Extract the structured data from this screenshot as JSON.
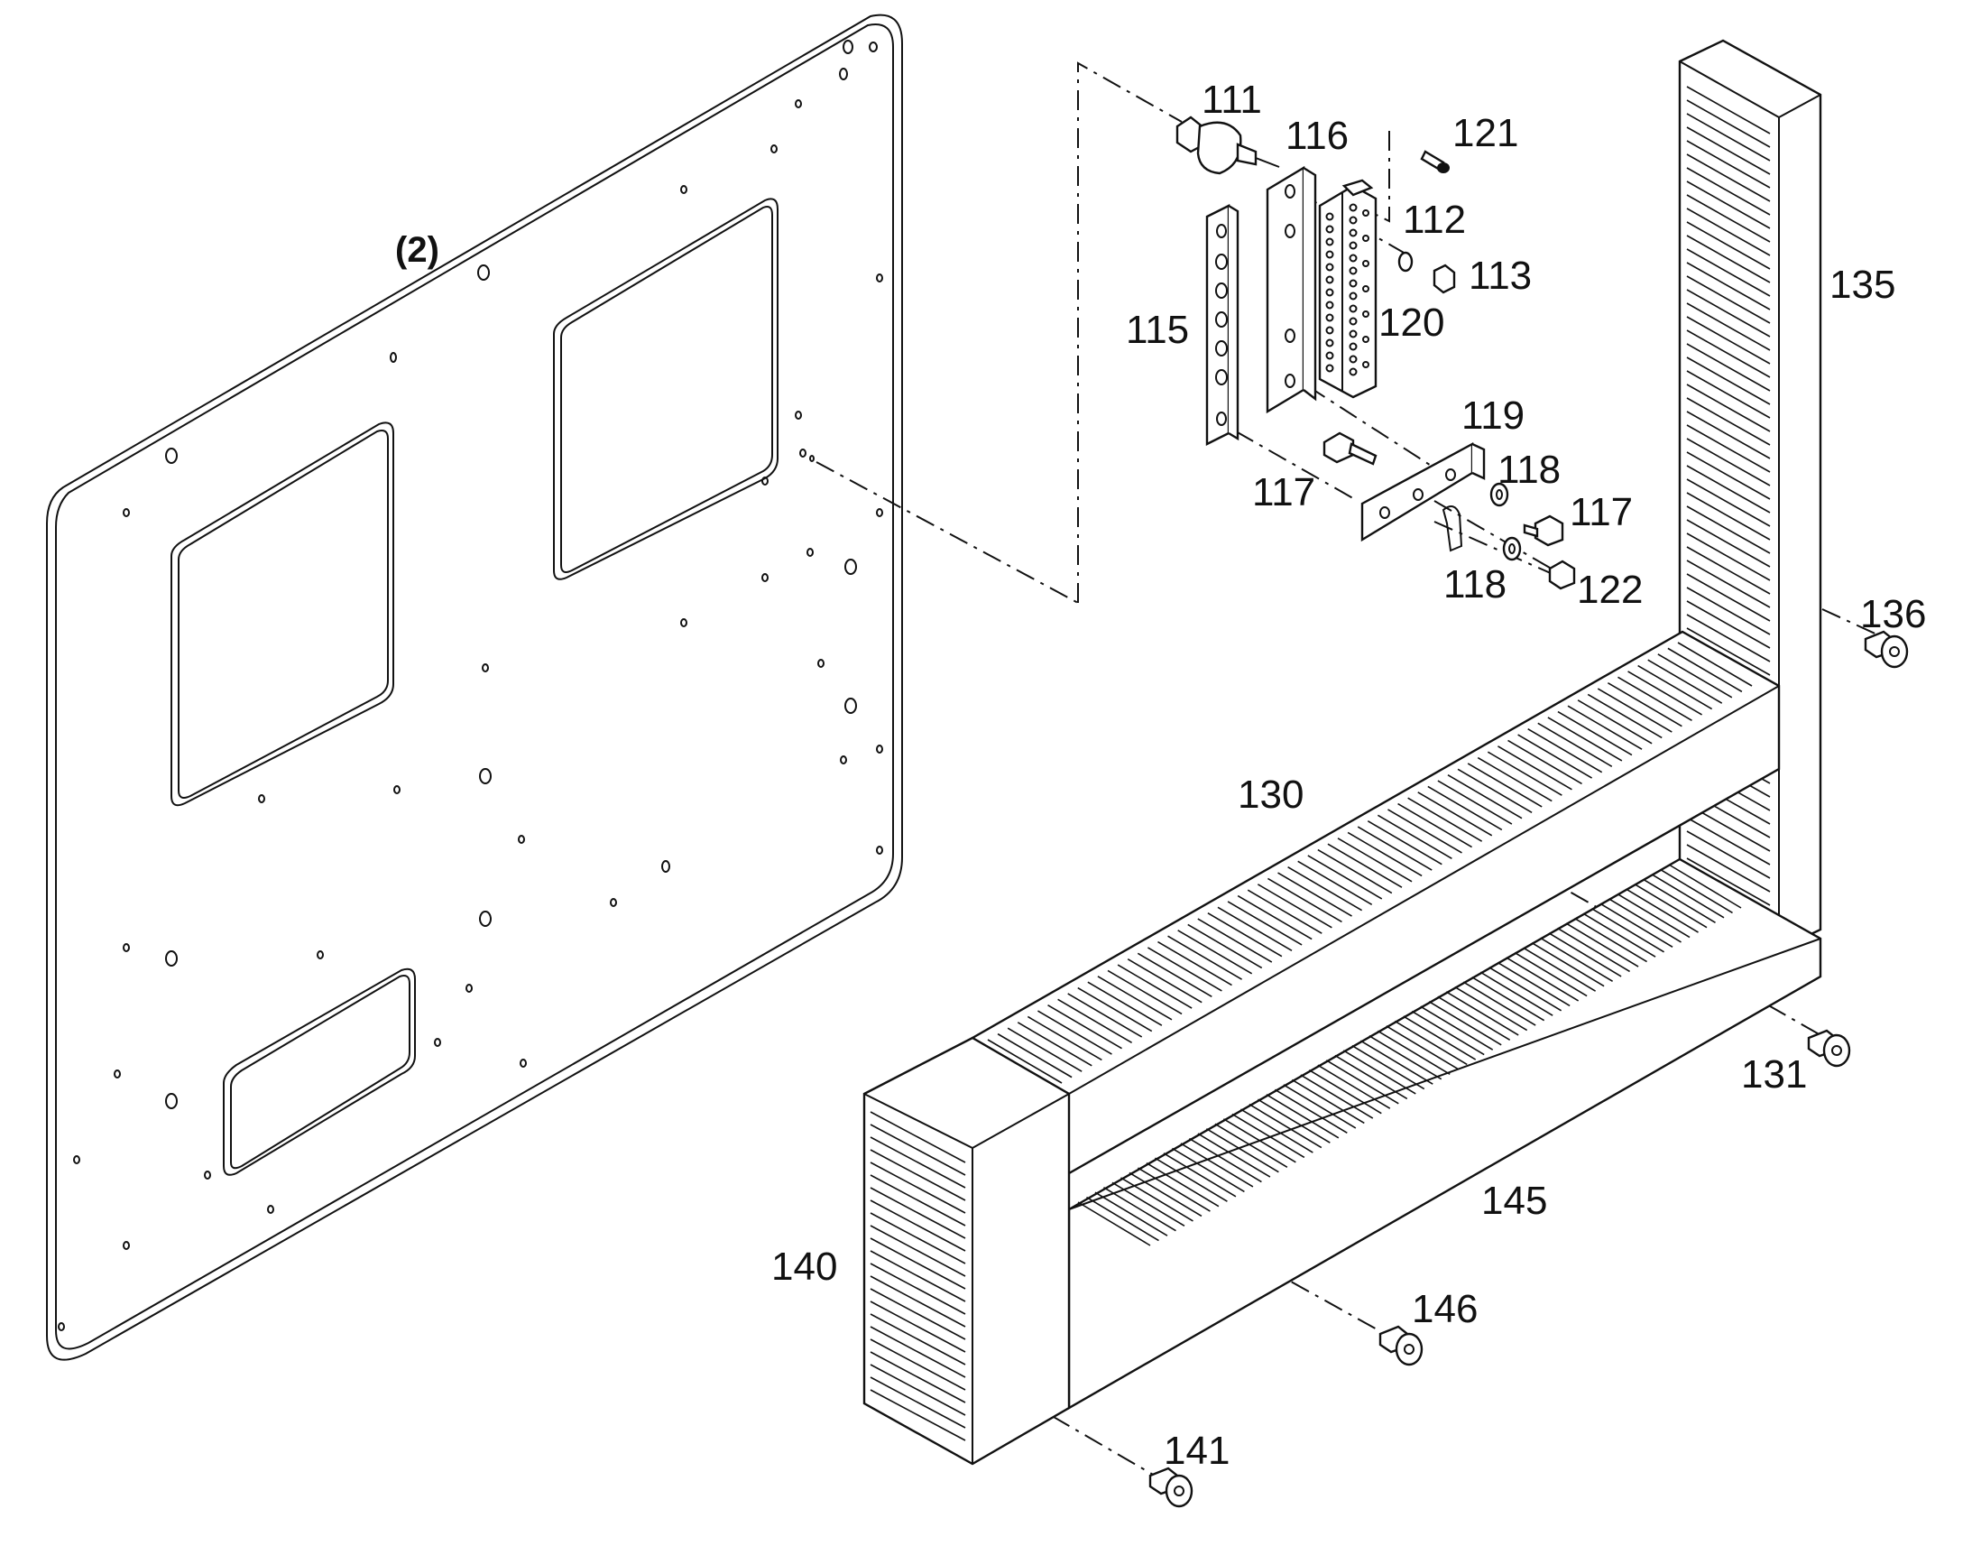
{
  "diagram": {
    "part_labels": {
      "p2": "(2)",
      "p111": "111",
      "p112": "112",
      "p113": "113",
      "p115": "115",
      "p116": "116",
      "p117a": "117",
      "p117b": "117",
      "p118a": "118",
      "p118b": "118",
      "p119": "119",
      "p120": "120",
      "p121": "121",
      "p122": "122",
      "p130": "130",
      "p131": "131",
      "p135": "135",
      "p136": "136",
      "p140": "140",
      "p141": "141",
      "p145": "145",
      "p146": "146"
    },
    "colors": {
      "line": "#111111",
      "background": "#ffffff"
    }
  }
}
